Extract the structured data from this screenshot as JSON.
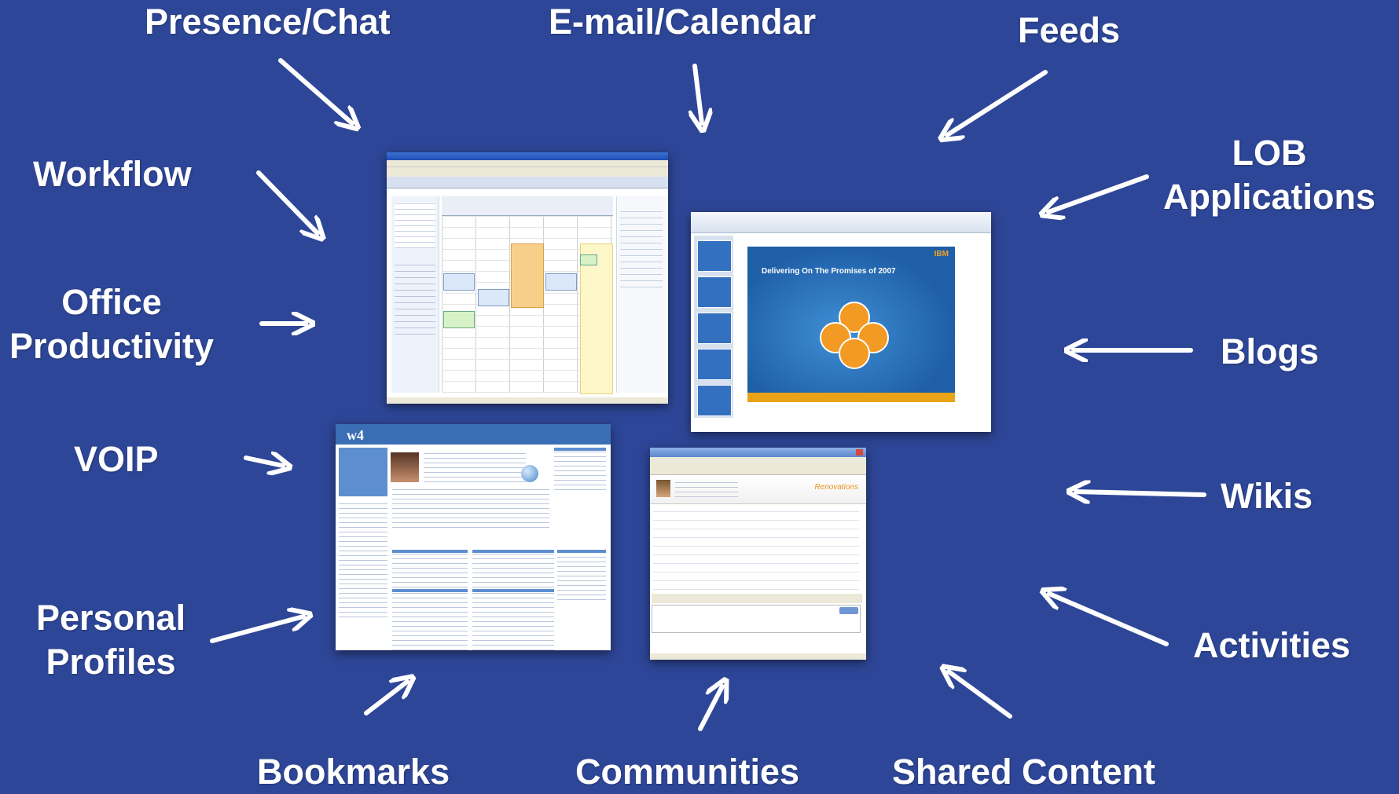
{
  "labels": {
    "presence": "Presence/Chat",
    "email": "E-mail/Calendar",
    "feeds": "Feeds",
    "workflow": "Workflow",
    "lob_line1": "LOB",
    "lob_line2": "Applications",
    "office_line1": "Office",
    "office_line2": "Productivity",
    "blogs": "Blogs",
    "voip": "VOIP",
    "wikis": "Wikis",
    "profiles_line1": "Personal",
    "profiles_line2": "Profiles",
    "activities": "Activities",
    "bookmarks": "Bookmarks",
    "communities": "Communities",
    "shared": "Shared Content"
  },
  "screenshots": {
    "slide_title": "Delivering On The Promises of 2007",
    "slide_logo": "IBM",
    "profile_logo": "w4",
    "chat_brand": "Renovations"
  },
  "colors": {
    "background": "#2E4697",
    "arrow": "#FFFFFF"
  }
}
